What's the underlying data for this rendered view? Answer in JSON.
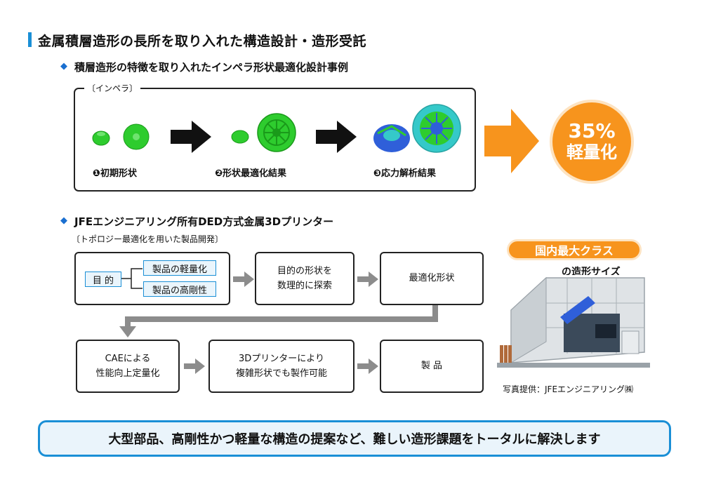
{
  "header": {
    "title": "金属積層造形の長所を取り入れた構造設計・造形受託"
  },
  "section1": {
    "heading": "積層造形の特徴を取り入れたインペラ形状最適化設計事例",
    "panel_label": "〔インペラ〕",
    "steps": [
      {
        "label": "❶初期形状"
      },
      {
        "label": "❷形状最適化結果"
      },
      {
        "label": "❸応力解析結果"
      }
    ],
    "result": {
      "line1": "35%",
      "line2": "軽量化"
    }
  },
  "section2": {
    "heading": "JFEエンジニアリング所有DED方式金属3Dプリンター",
    "subheading": "〔トポロジー最適化を用いた製品開発〕",
    "objective": {
      "label": "目 的",
      "items": [
        "製品の軽量化",
        "製品の高剛性"
      ]
    },
    "flow_row1": [
      {
        "line1": "目的の形状を",
        "line2": "数理的に探索"
      },
      {
        "line1": "最適化形状",
        "line2": ""
      }
    ],
    "flow_row2": [
      {
        "line1": "CAEによる",
        "line2": "性能向上定量化"
      },
      {
        "line1": "3Dプリンターにより",
        "line2": "複雑形状でも製作可能"
      },
      {
        "line1": "製 品",
        "line2": ""
      }
    ],
    "photo": {
      "badge": "国内最大クラス",
      "badge_sub": "の造形サイズ",
      "credit": "写真提供：JFEエンジニアリング㈱"
    }
  },
  "footer": {
    "message": "大型部品、高剛性かつ軽量な構造の提案など、難しい造形課題をトータルに解決します"
  },
  "colors": {
    "accent": "#1a8fd6",
    "orange": "#f7941d",
    "impeller_green": "#2ecc2e",
    "footer_bg": "#eaf4fb"
  }
}
